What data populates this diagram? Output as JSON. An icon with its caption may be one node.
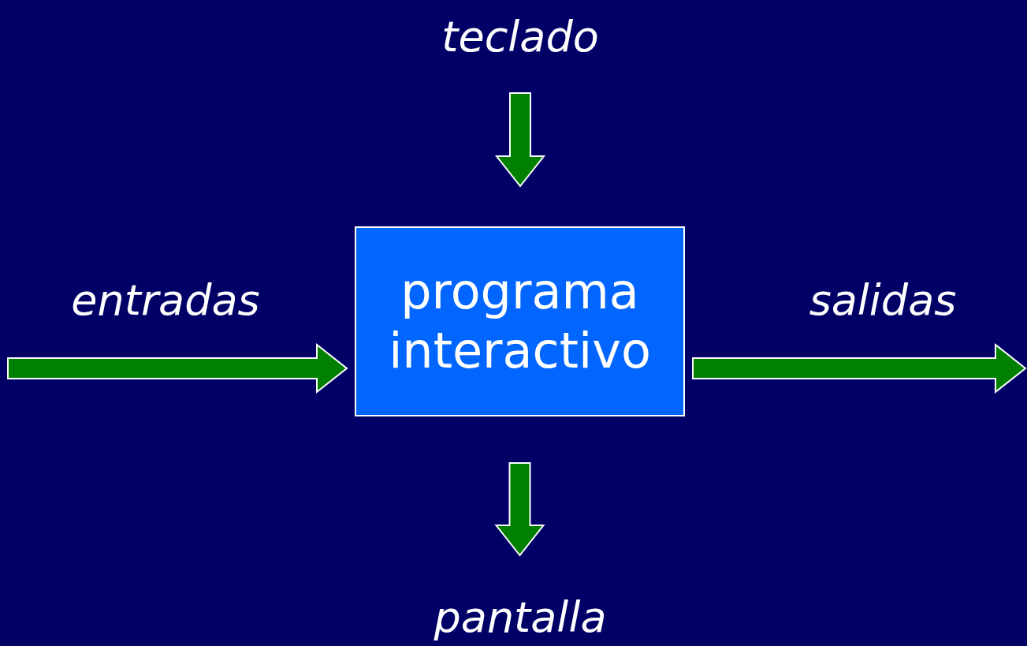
{
  "diagram": {
    "nodes": [
      {
        "text": [
          "teclado"
        ]
      },
      {
        "text": [
          "programa interactivo"
        ]
      },
      {
        "text": [
          "pantalla"
        ]
      }
    ],
    "edges": [
      {
        "from": 0,
        "to": 1,
        "arrow": "to"
      },
      {
        "from": null,
        "to": 1,
        "arrow": "to",
        "label": "entradas"
      },
      {
        "from": 1,
        "to": null,
        "arrow": "to",
        "label": "salidas"
      },
      {
        "from": 1,
        "to": 2,
        "arrow": "to"
      }
    ]
  }
}
